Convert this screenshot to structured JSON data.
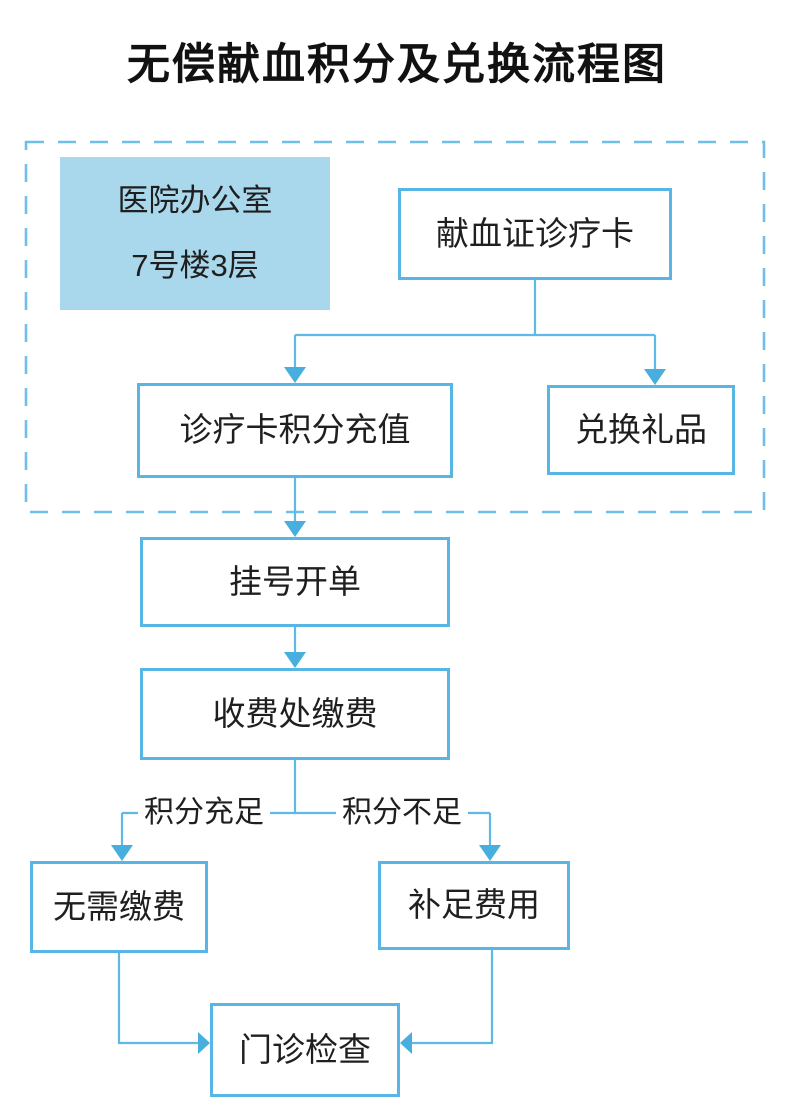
{
  "title": "无偿献血积分及兑换流程图",
  "colors": {
    "line": "#5fb8e5",
    "arrow": "#47aedd",
    "box_border": "#57b6e4",
    "filled_box": "#a9d8ec",
    "dashed_border": "#6fc0e8",
    "text": "#1f1f1f"
  },
  "nodes": {
    "office": {
      "line1": "医院办公室",
      "line2": "7号楼3层"
    },
    "donation_card": {
      "label": "献血证诊疗卡"
    },
    "recharge": {
      "label": "诊疗卡积分充值"
    },
    "gift": {
      "label": "兑换礼品"
    },
    "register": {
      "label": "挂号开单"
    },
    "pay": {
      "label": "收费处缴费"
    },
    "no_pay": {
      "label": "无需缴费"
    },
    "topup": {
      "label": "补足费用"
    },
    "clinic": {
      "label": "门诊检查"
    }
  },
  "edge_labels": {
    "sufficient": "积分充足",
    "insufficient": "积分不足"
  }
}
